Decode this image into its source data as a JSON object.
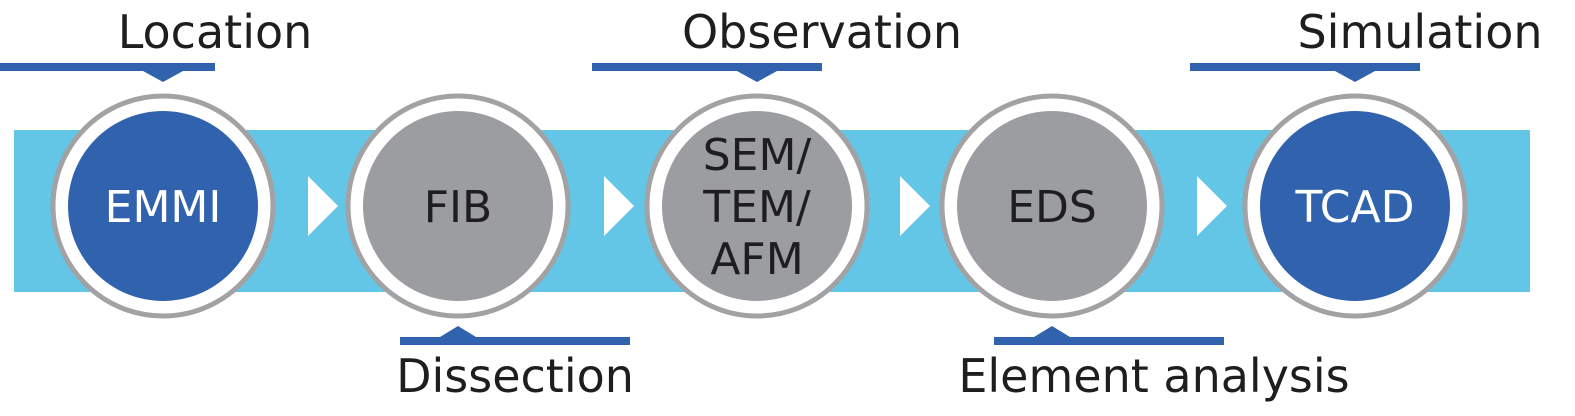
{
  "colors": {
    "band": "#63c6e7",
    "accent": "#3162ad",
    "gray": "#9c9da1",
    "ring": "#a2a2a4",
    "text": "#1e1e1e"
  },
  "steps": [
    {
      "lines": [
        "EMMI"
      ],
      "fill": "accent",
      "label": "Location",
      "label_pos": "top"
    },
    {
      "lines": [
        "FIB"
      ],
      "fill": "gray",
      "label": "Dissection",
      "label_pos": "bottom"
    },
    {
      "lines": [
        "SEM/",
        "TEM/",
        "AFM"
      ],
      "fill": "gray",
      "label": "Observation",
      "label_pos": "top"
    },
    {
      "lines": [
        "EDS"
      ],
      "fill": "gray",
      "label": "Element analysis",
      "label_pos": "bottom"
    },
    {
      "lines": [
        "TCAD"
      ],
      "fill": "accent",
      "label": "Simulation",
      "label_pos": "top"
    }
  ]
}
